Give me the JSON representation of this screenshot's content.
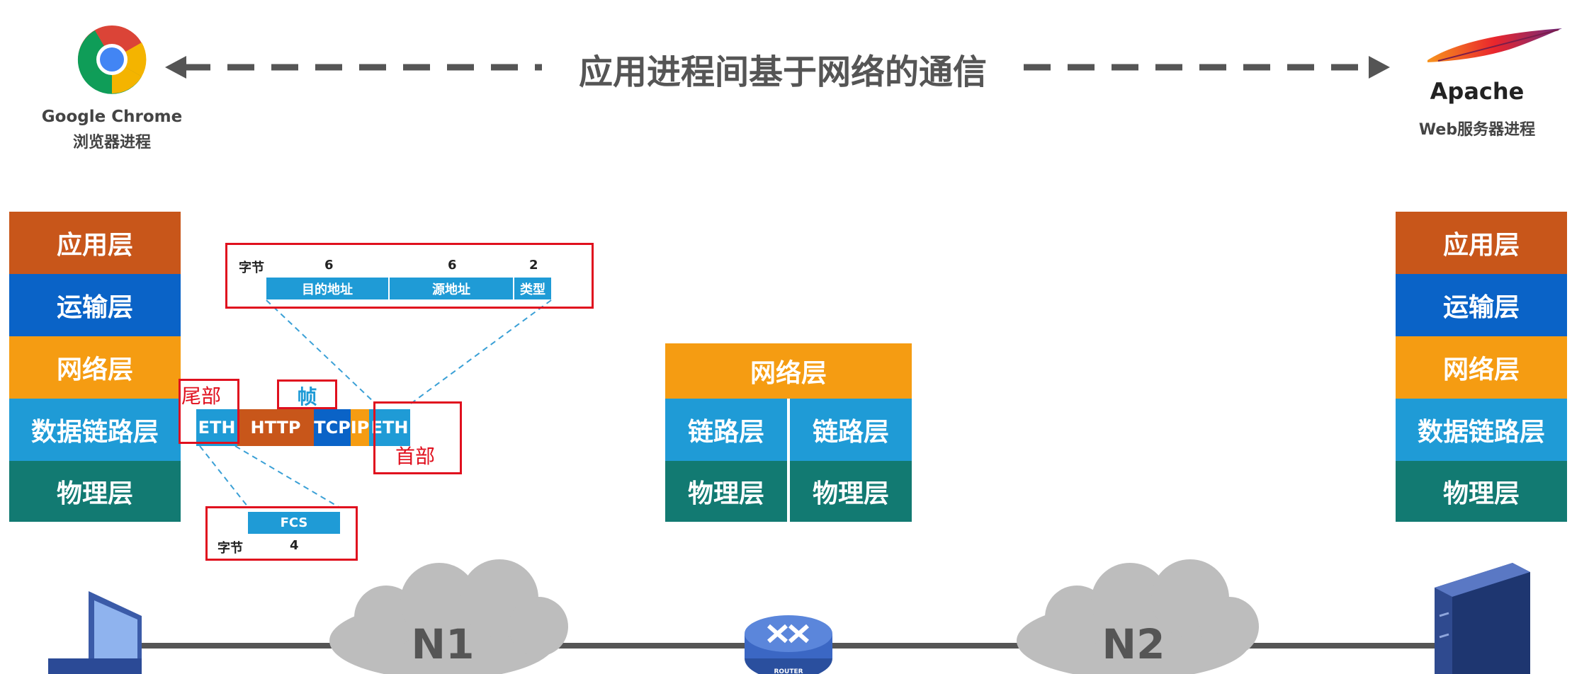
{
  "title": "应用进程间基于网络的通信",
  "left_app": {
    "name": "Google Chrome",
    "sub": "浏览器进程"
  },
  "right_app": {
    "name": "Apache",
    "sub": "Web服务器进程"
  },
  "left_stack": [
    "应用层",
    "运输层",
    "网络层",
    "数据链路层",
    "物理层"
  ],
  "right_stack": [
    "应用层",
    "运输层",
    "网络层",
    "数据链路层",
    "物理层"
  ],
  "router_stack": {
    "top": "网络层",
    "link_left": "链路层",
    "link_right": "链路层",
    "phy_left": "物理层",
    "phy_right": "物理层"
  },
  "header_detail": {
    "bytes_label": "字节",
    "sizes": [
      "6",
      "6",
      "2"
    ],
    "fields": [
      "目的地址",
      "源地址",
      "类型"
    ]
  },
  "frame": {
    "segments": [
      "ETH",
      "HTTP",
      "TCP",
      "IP",
      "ETH"
    ],
    "tail_label": "尾部",
    "frame_label": "帧",
    "head_label": "首部"
  },
  "trailer_detail": {
    "field": "FCS",
    "bytes_label": "字节",
    "size": "4"
  },
  "network": {
    "n1": "N1",
    "n2": "N2",
    "router_label": "ROUTER"
  },
  "colors": {
    "application": "#c8561a",
    "transport": "#0a63c7",
    "network": "#f59c12",
    "datalink": "#1f9bd6",
    "physical": "#127a72",
    "highlight": "#e0101e"
  }
}
